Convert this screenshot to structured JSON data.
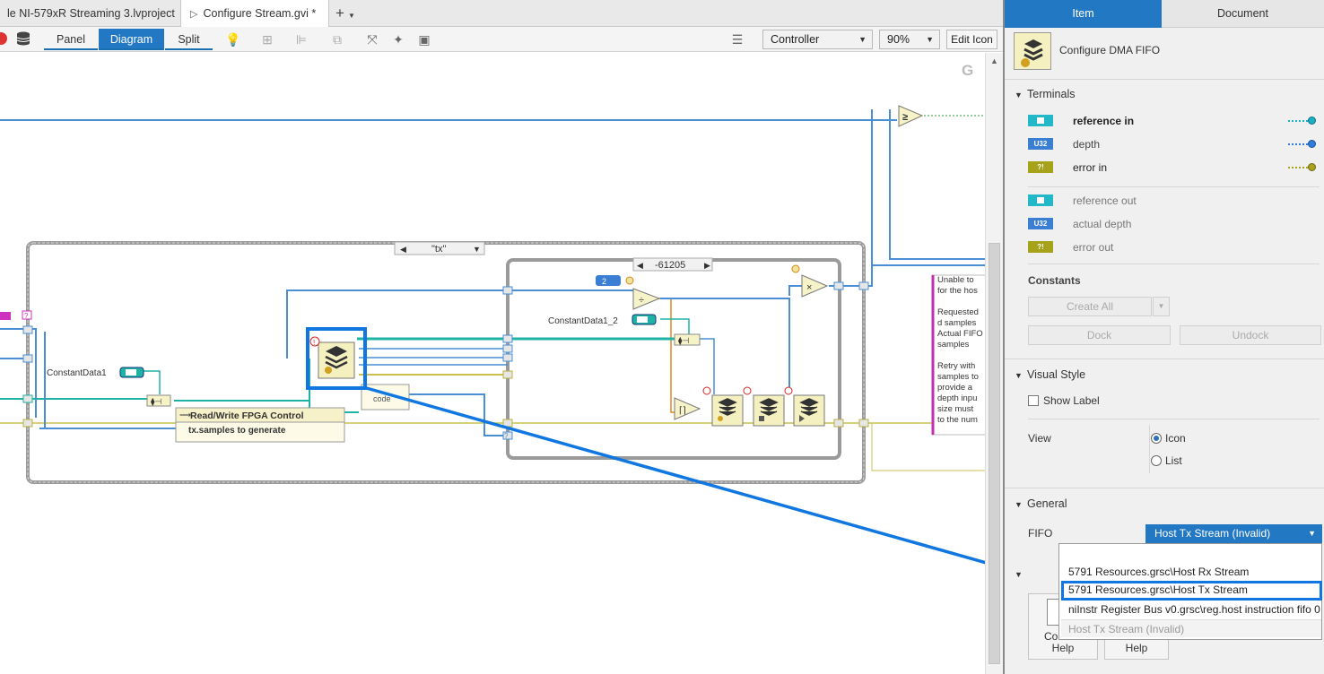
{
  "tabs": [
    {
      "label": "le NI-579xR Streaming 3.lvproject *"
    },
    {
      "label": "Configure Stream.gvi *"
    }
  ],
  "add_tab": "+",
  "toolbar": {
    "view_modes": [
      "Panel",
      "Diagram",
      "Split"
    ],
    "active_mode": "Diagram",
    "target": "Controller",
    "zoom": "90%",
    "edit_icon": "Edit Icon"
  },
  "diagram": {
    "g_label": "G",
    "case_selector": "\"tx\"",
    "inner_selector": "-61205",
    "constant_2": "2",
    "constantdata1": "ConstantData1",
    "constantdata1_2": "ConstantData1_2",
    "rw_title": "Read/Write FPGA Control",
    "rw_item": "tx.samples to generate",
    "small_node": "code",
    "comment_lines": [
      "Unable to",
      "for the hos",
      "",
      "Requested",
      "d samples",
      "Actual FIFO",
      "samples",
      "",
      "Retry with",
      "samples to",
      "provide a",
      "depth inpu",
      "size must",
      "to the num"
    ]
  },
  "panel": {
    "tabs": [
      "Item",
      "Document"
    ],
    "active_tab": "Item",
    "item_title": "Configure DMA FIFO",
    "terminals_header": "Terminals",
    "terminals_in": [
      {
        "type": "ref",
        "badge": "",
        "label": "reference in",
        "color": "#22b8c8",
        "dot": "#1ab0c4"
      },
      {
        "type": "u32",
        "badge": "U32",
        "label": "depth",
        "color": "#3a7fd4",
        "dot": "#2f7de0"
      },
      {
        "type": "err",
        "badge": "?!",
        "label": "error in",
        "color": "#a6a21a",
        "dot": "#a9a31b"
      }
    ],
    "terminals_out": [
      {
        "type": "ref",
        "badge": "",
        "label": "reference out",
        "color": "#22b8c8"
      },
      {
        "type": "u32",
        "badge": "U32",
        "label": "actual depth",
        "color": "#3a7fd4"
      },
      {
        "type": "err",
        "badge": "?!",
        "label": "error out",
        "color": "#a6a21a"
      }
    ],
    "constants_header": "Constants",
    "create_all": "Create All",
    "dock": "Dock",
    "undock": "Undock",
    "visual_style_header": "Visual Style",
    "show_label": "Show Label",
    "view_label": "View",
    "view_options": [
      "Icon",
      "List"
    ],
    "view_selected": "Icon",
    "general_header": "General",
    "fifo_label": "FIFO",
    "fifo_value": "Host Tx Stream (Invalid)",
    "fifo_options": [
      "5791 Resources.grsc\\Host Rx Stream",
      "5791 Resources.grsc\\Host Tx Stream",
      "niInstr Register Bus v0.grsc\\reg.host instruction fifo 0",
      "Host Tx Stream (Invalid)"
    ],
    "highlighted_option": "5791 Resources.grsc\\Host Tx Stream",
    "help1": "Help",
    "help2": "Help",
    "partial_c": "Co"
  },
  "colors": {
    "accent": "#2378c4",
    "highlight": "#1177e0",
    "wire_blue": "#4a8fd6",
    "wire_teal": "#1fb3a6",
    "wire_error": "#c9c050"
  }
}
